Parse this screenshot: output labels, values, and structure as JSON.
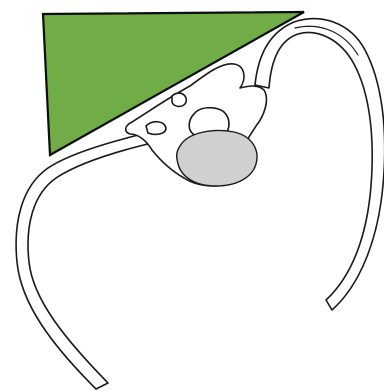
{
  "figure": {
    "background": "#ffffff",
    "colors": {
      "wedge_fill": "#70ad47",
      "wedge_stroke": "#0d0d0d",
      "vertebral_body_fill": "#d0d0d0",
      "outline": "#1a1a1a"
    },
    "parts": [
      "green-triangle-wedge",
      "left-rib",
      "right-rib",
      "vertebra",
      "vertebral-body",
      "spinal-canal"
    ]
  }
}
